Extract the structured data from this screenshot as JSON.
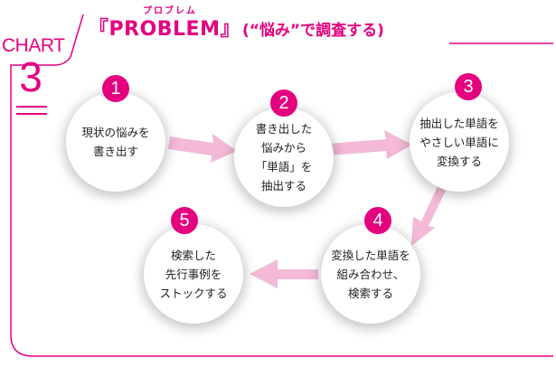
{
  "chart": {
    "label": "CHART",
    "number": "3"
  },
  "title": {
    "main": "『PROBLEM』",
    "sub": "(“悩み”で調査する)",
    "ruby": "プロブレム"
  },
  "steps": [
    {
      "number": "1",
      "lines": [
        "現状の悩みを",
        "書き出す"
      ]
    },
    {
      "number": "2",
      "lines": [
        "書き出した",
        "悩みから",
        "「単語」を",
        "抽出する"
      ]
    },
    {
      "number": "3",
      "lines": [
        "抽出した単語を",
        "やさしい単語に",
        "変換する"
      ]
    },
    {
      "number": "4",
      "lines": [
        "変換した単語を",
        "組み合わせ、",
        "検索する"
      ]
    },
    {
      "number": "5",
      "lines": [
        "検索した",
        "先行事例を",
        "ストックする"
      ]
    }
  ],
  "colors": {
    "accent": "#e4007f",
    "arrow": "#f3b9d6"
  }
}
